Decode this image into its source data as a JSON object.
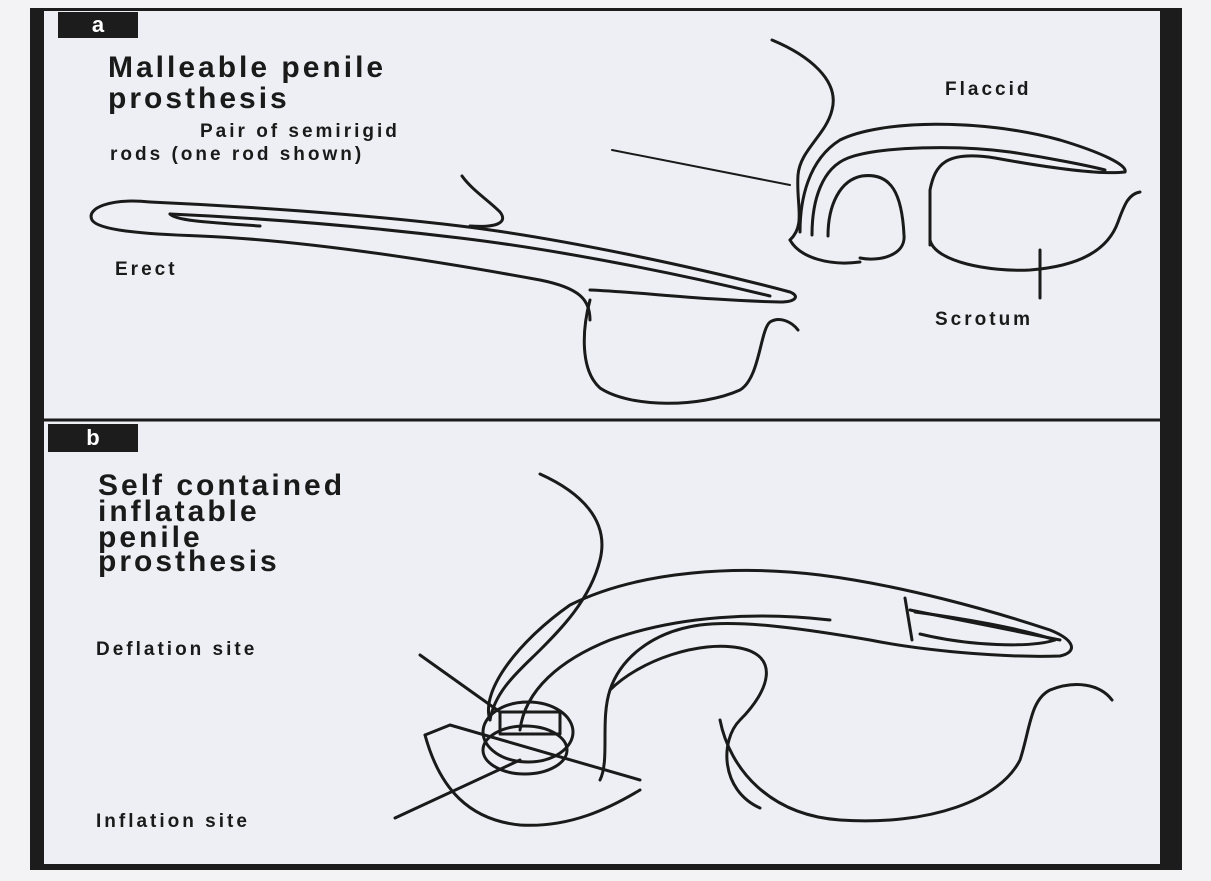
{
  "panel_a": {
    "tag": "a",
    "title_line1": "Malleable penile",
    "title_line2": "prosthesis",
    "rods_line1": "Pair of semirigid",
    "rods_line2": "rods (one rod shown)",
    "flaccid": "Flaccid",
    "erect": "Erect",
    "scrotum": "Scrotum"
  },
  "panel_b": {
    "tag": "b",
    "title_line1": "Self contained",
    "title_line2": "inflatable",
    "title_line3": "penile",
    "title_line4": "prosthesis",
    "deflation": "Deflation site",
    "inflation": "Inflation site"
  },
  "colors": {
    "ink": "#1a1a1a",
    "frame": "#1c1c1c",
    "paper": "#eeeff4"
  }
}
